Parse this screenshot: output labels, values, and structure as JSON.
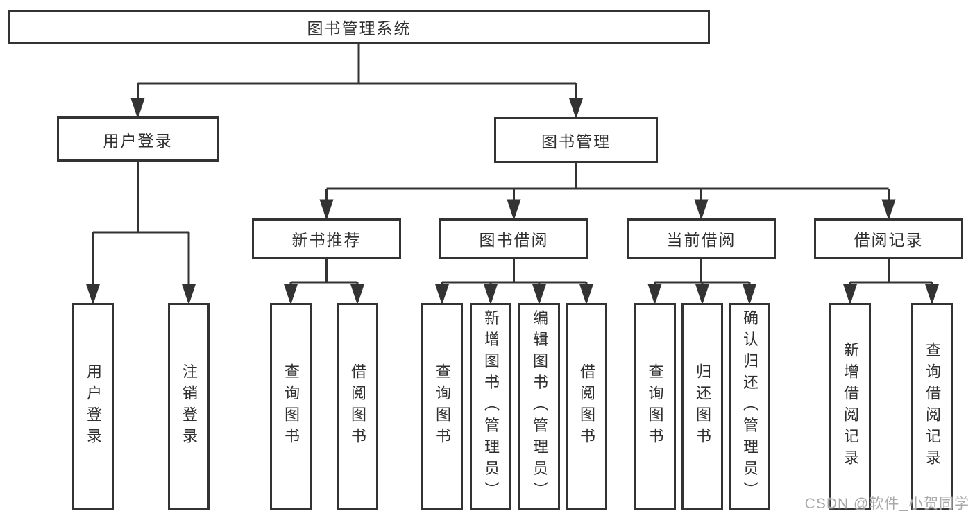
{
  "nodes": {
    "root": {
      "label": "图书管理系统"
    },
    "user_login": {
      "label": "用户登录"
    },
    "book_mgmt": {
      "label": "图书管理"
    },
    "new_book_rec": {
      "label": "新书推荐"
    },
    "book_borrow": {
      "label": "图书借阅"
    },
    "current_borrow": {
      "label": "当前借阅"
    },
    "borrow_record": {
      "label": "借阅记录"
    },
    "login": {
      "label": "用户登录"
    },
    "logout": {
      "label": "注销登录"
    },
    "query_book_a": {
      "label": "查询图书"
    },
    "borrow_book_a": {
      "label": "借阅图书"
    },
    "query_book_b": {
      "label": "查询图书"
    },
    "add_book": {
      "label": "新增图书（管理员）"
    },
    "edit_book": {
      "label": "编辑图书（管理员）"
    },
    "borrow_book_b": {
      "label": "借阅图书"
    },
    "query_book_c": {
      "label": "查询图书"
    },
    "return_book": {
      "label": "归还图书"
    },
    "confirm_return": {
      "label": "确认归还（管理员）"
    },
    "add_borrow_record": {
      "label": "新增借阅记录"
    },
    "query_borrow_record": {
      "label": "查询借阅记录"
    }
  },
  "watermark": {
    "text": "CSDN @软件_小贺同学"
  },
  "colors": {
    "line": "#333333",
    "box_border": "#333333",
    "text": "#2f2f2f",
    "background": "#ffffff",
    "watermark": "#a9a9a9"
  }
}
